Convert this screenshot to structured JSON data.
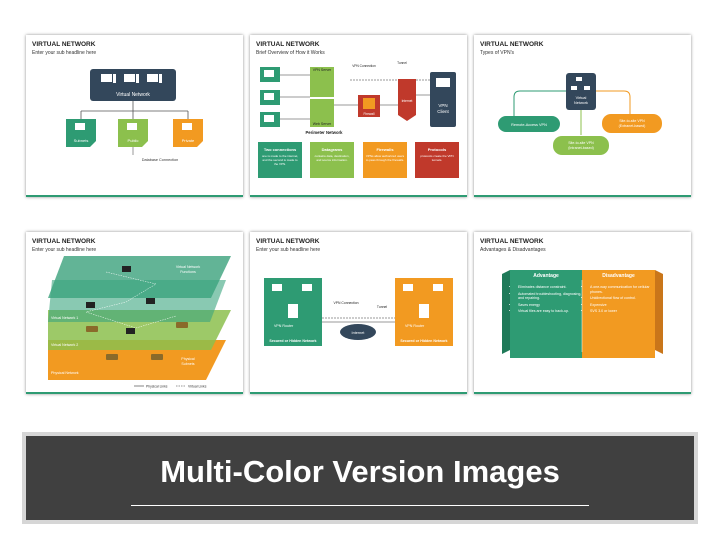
{
  "slides": [
    {
      "title": "VIRTUAL NETWORK",
      "subtitle": "Enter your sub headline here",
      "labels": {
        "center": "Virtual Network",
        "a": "Subnets",
        "b": "Public",
        "c": "Private",
        "note": "Database Connection"
      }
    },
    {
      "title": "VIRTUAL NETWORK",
      "subtitle": "Brief Overview of How it Works",
      "labels": {
        "vpnconn": "VPN Connection",
        "tunnel": "Tunnel",
        "vpnserver": "VPN Server",
        "webserver": "Web Server",
        "firewall": "Firewall",
        "internet": "Internet",
        "client1": "VPN",
        "client2": "Client",
        "perimeter": "Perimeter Network",
        "box1": "Two connections",
        "box1t": "one is made to the internet, and the second is made to the VPN.",
        "box2": "Datagrams",
        "box2t": "contains data, destination, and source information.",
        "box3": "Firewalls",
        "box3t": "VPNs allow authorized users to pass through the firewalls.",
        "box4": "Protocols",
        "box4t": "protocols create the VPN tunnels."
      }
    },
    {
      "title": "VIRTUAL NETWORK",
      "subtitle": "Types of VPN's",
      "labels": {
        "center1": "Virtual",
        "center2": "Network",
        "left": "Remote-Access VPN",
        "right1": "Site-to-site VPN",
        "right2": "(Extranet-based)",
        "bottom1": "Site-to-site VPN",
        "bottom2": "(Intranet-based)"
      }
    },
    {
      "title": "VIRTUAL NETWORK",
      "subtitle": "Enter your sub headline here",
      "labels": {
        "fn1": "Virtual Network",
        "fn2": "Functions",
        "vn1": "Virtual Network 1",
        "vn2": "Virtual Network 2",
        "phys": "Physical Network",
        "ps1": "Physical",
        "ps2": "Subnets",
        "legend1": "Physical Links",
        "legend2": "Virtual Links"
      }
    },
    {
      "title": "VIRTUAL NETWORK",
      "subtitle": "Enter your sub headline here",
      "labels": {
        "vpnconn": "VPN Connection",
        "tunnel": "Tunnel",
        "router1": "VPN Router",
        "router2": "VPN Router",
        "internet": "Internet",
        "sec1": "Secured or Hidden Network",
        "sec2": "Secured or Hidden Network"
      }
    },
    {
      "title": "VIRTUAL NETWORK",
      "subtitle": "Advantages & Disadvantages",
      "adv_title": "Advantage",
      "dis_title": "Disadvantage",
      "adv": [
        "Eliminates distance constraint.",
        "Automated troubleshooting, diagnosing, and repairing.",
        "Saves energy",
        "Virtual files are easy to back-up."
      ],
      "dis": [
        "A one-way communication for cellular phones.",
        "Unidirectional flow of control.",
        "Expensive",
        "SVS 3.0 or lower"
      ]
    }
  ],
  "banner": {
    "text": "Multi-Color Version Images"
  },
  "colors": {
    "teal": "#2e9b73",
    "green": "#8cc04d",
    "orange": "#f29a21",
    "red": "#c0392b",
    "navy": "#33475b",
    "dark": "#404040"
  }
}
